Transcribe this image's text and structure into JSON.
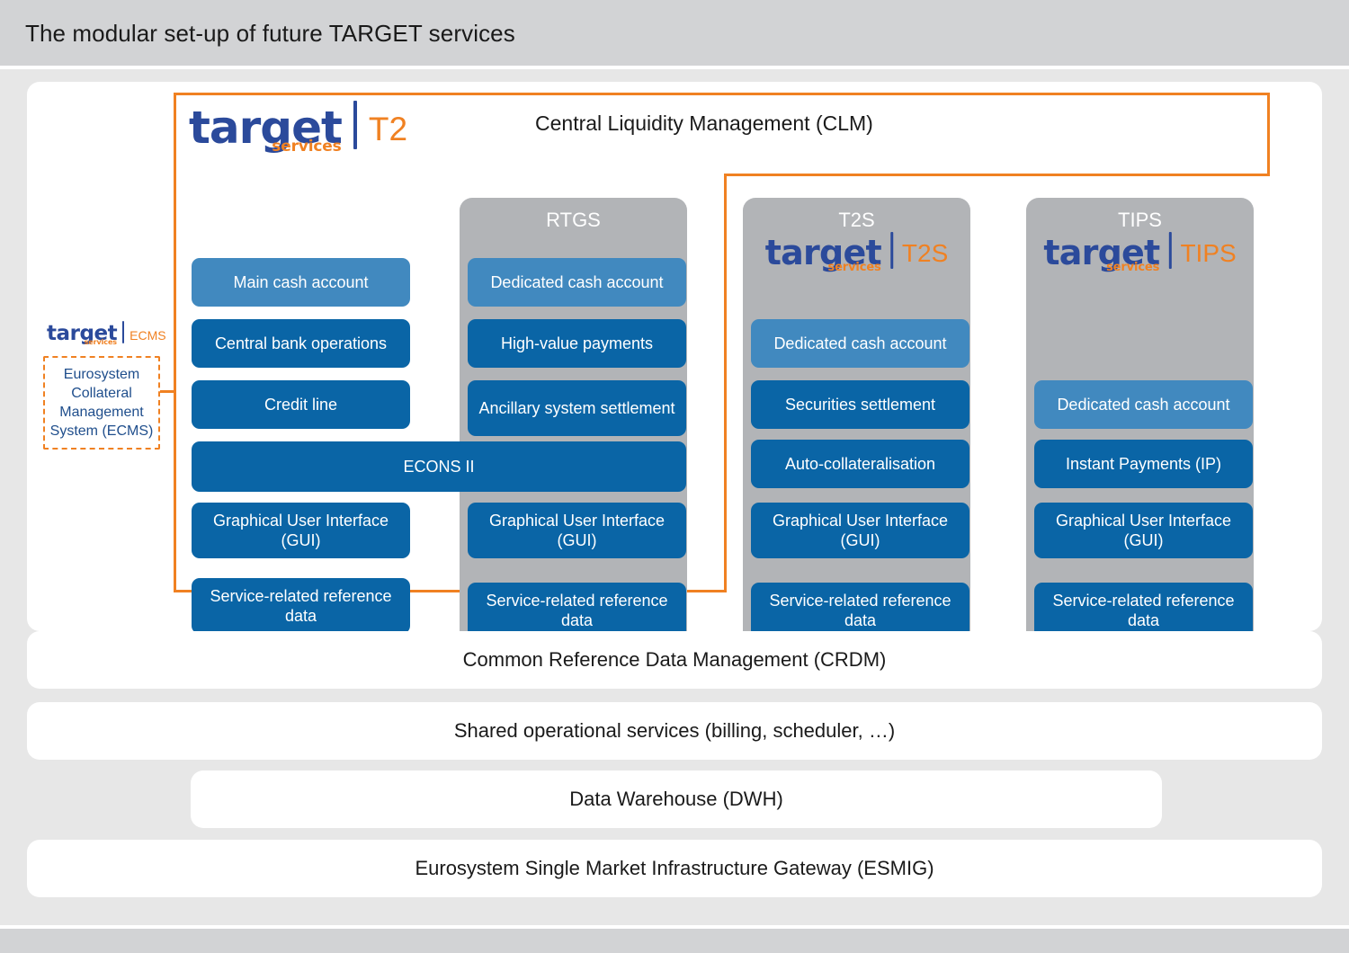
{
  "header": {
    "title": "The modular set-up of future TARGET services"
  },
  "clm": {
    "label": "Central Liquidity Management (CLM)",
    "border_color": "#f08122"
  },
  "logos": {
    "t2": {
      "word": "target",
      "sub": "services",
      "suffix": "T2"
    },
    "t2s": {
      "word": "target",
      "sub": "services",
      "suffix": "T2S"
    },
    "tips": {
      "word": "target",
      "sub": "services",
      "suffix": "TIPS"
    },
    "ecms": {
      "word": "target",
      "sub": "services",
      "suffix": "ECMS"
    }
  },
  "ecms": {
    "text": "Eurosystem Collateral Management System (ECMS)",
    "border_color": "#f08122",
    "text_color": "#1f4e8c"
  },
  "colors": {
    "blue_dark": "#0a65a6",
    "blue_light": "#4189bf",
    "grey_column": "#b2b4b7",
    "orange": "#f08122",
    "logo_blue": "#2b4a9b",
    "page_bg": "#e7e7e7",
    "header_bg": "#d2d3d5"
  },
  "columns": [
    {
      "key": "t2",
      "title": "",
      "items": [
        {
          "label": "Main cash account",
          "shade": "light"
        },
        {
          "label": "Central bank operations",
          "shade": "dark"
        },
        {
          "label": "Credit line",
          "shade": "dark"
        },
        {
          "label": "Graphical User Interface (GUI)",
          "shade": "dark"
        },
        {
          "label": "Service-related reference data",
          "shade": "dark"
        }
      ]
    },
    {
      "key": "rtgs",
      "title": "RTGS",
      "items": [
        {
          "label": "Dedicated cash account",
          "shade": "light"
        },
        {
          "label": "High-value payments",
          "shade": "dark"
        },
        {
          "label": "Ancillary system settlement",
          "shade": "dark"
        },
        {
          "label": "Graphical User Interface (GUI)",
          "shade": "dark"
        },
        {
          "label": "Service-related reference data",
          "shade": "dark"
        }
      ]
    },
    {
      "key": "t2s",
      "title": "T2S",
      "items": [
        {
          "label": "Dedicated cash account",
          "shade": "light"
        },
        {
          "label": "Securities settlement",
          "shade": "dark"
        },
        {
          "label": "Auto-collateralisation",
          "shade": "dark"
        },
        {
          "label": "Graphical User Interface (GUI)",
          "shade": "dark"
        },
        {
          "label": "Service-related reference data",
          "shade": "dark"
        }
      ]
    },
    {
      "key": "tips",
      "title": "TIPS",
      "items": [
        {
          "label": "Dedicated cash account",
          "shade": "light"
        },
        {
          "label": "Instant Payments (IP)",
          "shade": "dark"
        },
        {
          "label": "Graphical User Interface (GUI)",
          "shade": "dark"
        },
        {
          "label": "Service-related reference data",
          "shade": "dark"
        }
      ]
    }
  ],
  "spanning": {
    "econs": "ECONS II"
  },
  "bottom_bars": [
    {
      "label": "Common Reference Data Management (CRDM)"
    },
    {
      "label": "Shared operational services (billing, scheduler, …)"
    },
    {
      "label": "Data Warehouse (DWH)"
    },
    {
      "label": "Eurosystem Single Market Infrastructure Gateway (ESMIG)"
    }
  ]
}
